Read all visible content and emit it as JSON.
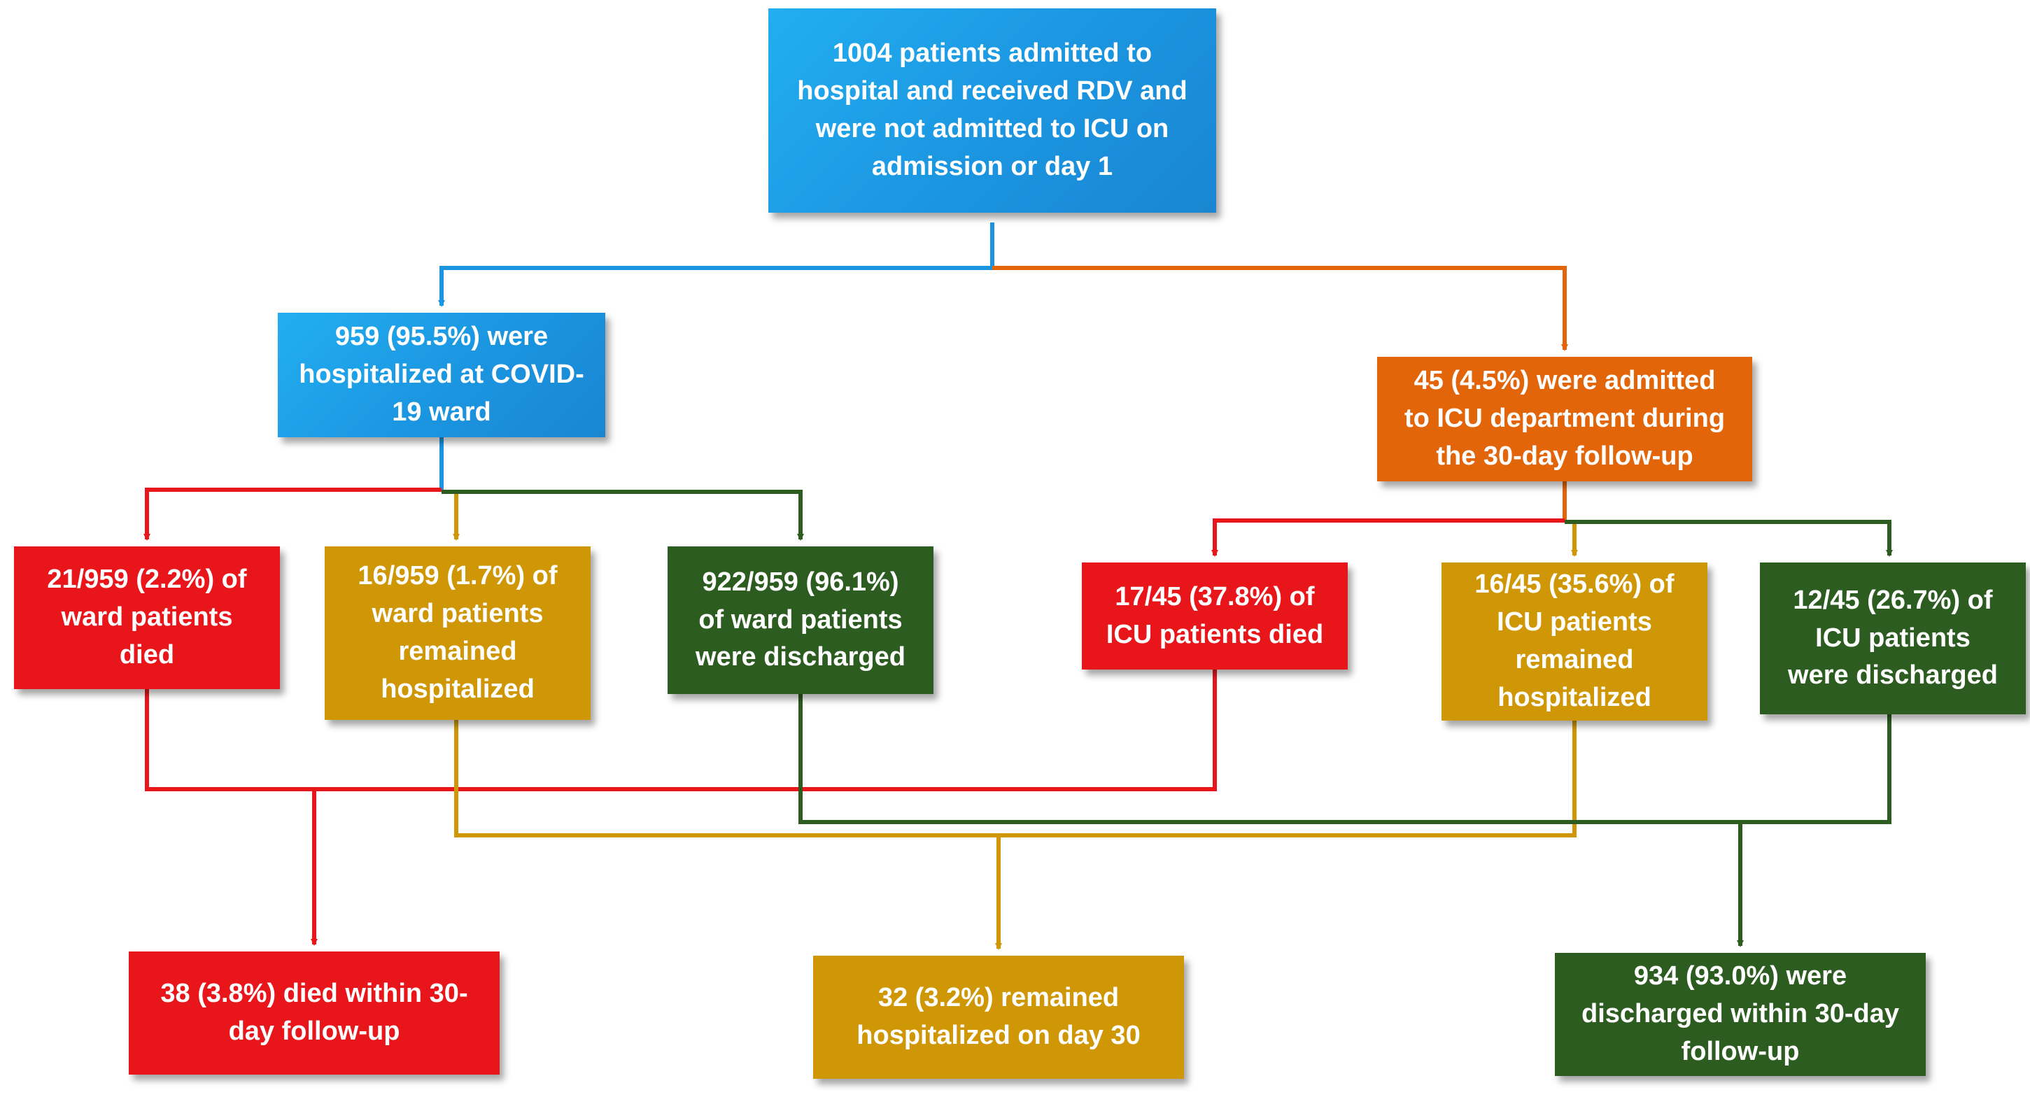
{
  "flowchart": {
    "top": {
      "lines": [
        "1004 patients admitted to",
        "hospital and received RDV and",
        "were not admitted to ICU on",
        "admission or day 1"
      ]
    },
    "ward": {
      "lines": [
        "959 (95.5%) were",
        "hospitalized at COVID-",
        "19 ward"
      ]
    },
    "icu": {
      "lines": [
        "45 (4.5%) were admitted",
        "to ICU department during",
        "the 30-day follow-up"
      ]
    },
    "ward_died": {
      "lines": [
        "21/959 (2.2%) of",
        "ward patients",
        "died"
      ]
    },
    "ward_remained": {
      "lines": [
        "16/959 (1.7%) of",
        "ward patients",
        "remained",
        "hospitalized"
      ]
    },
    "ward_discharged": {
      "lines": [
        "922/959 (96.1%)",
        "of ward patients",
        "were discharged"
      ]
    },
    "icu_died": {
      "lines": [
        "17/45 (37.8%) of",
        "ICU patients died"
      ]
    },
    "icu_remained": {
      "lines": [
        "16/45 (35.6%) of",
        "ICU patients",
        "remained",
        "hospitalized"
      ]
    },
    "icu_discharged": {
      "lines": [
        "12/45 (26.7%) of",
        "ICU patients",
        "were discharged"
      ]
    },
    "outcome_died": {
      "lines": [
        "38 (3.8%) died within 30-",
        "day follow-up"
      ]
    },
    "outcome_remained": {
      "lines": [
        "32 (3.2%) remained",
        "hospitalized on day 30"
      ]
    },
    "outcome_discharged": {
      "lines": [
        "934 (93.0%) were",
        "discharged within 30-day",
        "follow-up"
      ]
    }
  },
  "colors": {
    "blue": "#1b95e0",
    "orange": "#e2650a",
    "red": "#e8161a",
    "gold": "#cf9705",
    "green": "#2c5c1f"
  }
}
